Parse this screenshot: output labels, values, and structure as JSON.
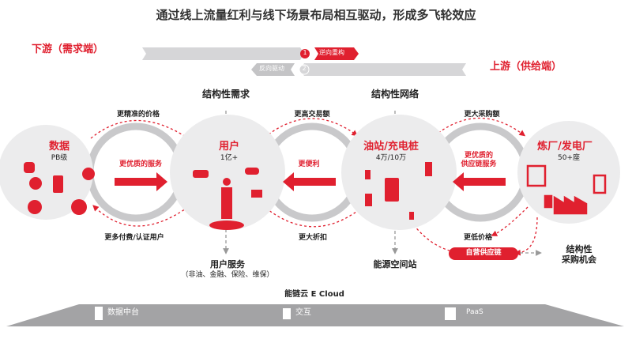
{
  "title": "通过线上流量红利与线下场景布局相互驱动，形成多飞轮效应",
  "downstream_label": "下游（需求端）",
  "upstream_label": "上游（供给端）",
  "arrow_forward": {
    "num": "1",
    "label": "逆向重构"
  },
  "arrow_backward": {
    "num": "2",
    "label": "反向驱动"
  },
  "nodes": {
    "data": {
      "title": "数据",
      "sub": "PB级"
    },
    "user": {
      "title": "用户",
      "sub": "1亿+"
    },
    "station": {
      "title": "油站/充电桩",
      "sub": "4万/10万"
    },
    "refinery": {
      "title": "炼厂/发电厂",
      "sub": "50+座"
    }
  },
  "top_labels": {
    "structural_demand": "结构性需求",
    "structural_network": "结构性网络"
  },
  "loop_labels": {
    "precise_price": "更精准的价格",
    "better_service": "更优质的服务",
    "more_paid_users": "更多付费/认证用户",
    "higher_volume": "更高交易额",
    "more_convenient": "更便利",
    "bigger_discount": "更大折扣",
    "bigger_purchase": "更大采购额",
    "better_supply_chain": "更优质的\n供应链服务",
    "lower_price": "更低价格"
  },
  "bottom_labels": {
    "user_services": "用户服务",
    "user_services_detail": "（非油、金融、保险、维保）",
    "energy_station": "能源空间站",
    "self_supply_chain": "自营供应链",
    "structural_procurement": "结构性\n采购机会"
  },
  "platform": {
    "title": "能链云  E Cloud",
    "items": [
      {
        "label": "数据中台"
      },
      {
        "label": "交互"
      },
      {
        "label": "PaaS"
      }
    ]
  },
  "colors": {
    "accent": "#e0202f",
    "gray": "#cfcfd1",
    "platform": "#a3a3a5"
  }
}
